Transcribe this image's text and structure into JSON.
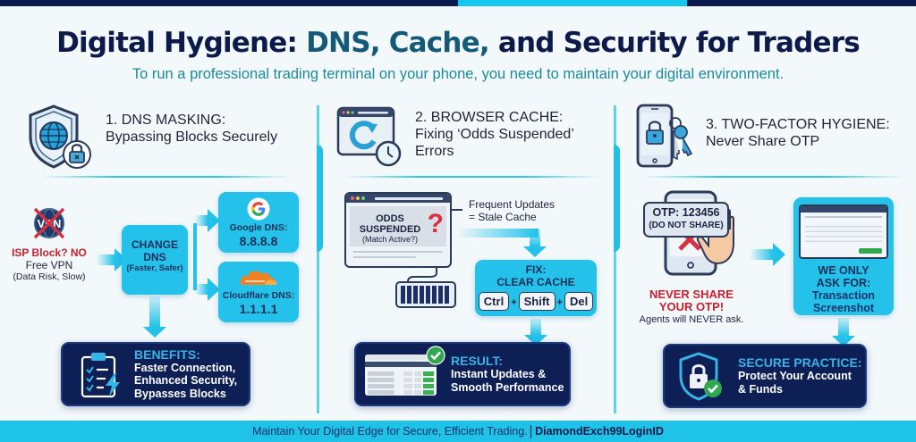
{
  "header": {
    "title_part1": "Digital Hygiene: ",
    "title_highlight": "DNS, Cache,",
    "title_part2": " and Security for Traders",
    "subtitle": "To run a professional trading terminal on your phone, you need to maintain your digital environment."
  },
  "sections": [
    {
      "heading_line1": "1. DNS MASKING:",
      "heading_line2": "Bypassing Blocks Securely",
      "icon": "shield-globe-lock-icon",
      "isp": {
        "line1": "ISP Block? NO",
        "line2": "Free VPN",
        "line3": "(Data Risk, Slow)",
        "icon": "vpn-crossed-icon"
      },
      "change_dns": {
        "line1": "CHANGE",
        "line2": "DNS",
        "line3": "(Faster, Safer)"
      },
      "google": {
        "label": "Google DNS:",
        "value": "8.8.8.8",
        "icon": "google-icon"
      },
      "cloudflare": {
        "label": "Cloudflare DNS:",
        "value": "1.1.1.1",
        "icon": "cloudflare-icon"
      },
      "benefits": {
        "title": "BENEFITS:",
        "lines": [
          "Faster Connection,",
          "Enhanced Security,",
          "Bypasses Blocks"
        ],
        "icon": "checklist-lightning-icon"
      }
    },
    {
      "heading_line1": "2. BROWSER CACHE:",
      "heading_line2": "Fixing ‘Odds Suspended’",
      "heading_line3": "Errors",
      "icon": "browser-refresh-clock-icon",
      "browser": {
        "line1": "ODDS",
        "line2": "SUSPENDED",
        "line3": "(Match Active?)",
        "mark": "?"
      },
      "note": {
        "line1": "Frequent Updates",
        "line2": "= Stale Cache"
      },
      "fix": {
        "line1": "FIX:",
        "line2": "CLEAR CACHE",
        "keys": [
          "Ctrl",
          "Shift",
          "Del"
        ],
        "plus": "+"
      },
      "result": {
        "title": "RESULT:",
        "lines": [
          "Instant Updates &",
          "Smooth Performance"
        ],
        "icon": "odds-table-check-icon"
      }
    },
    {
      "heading_line1": "3. TWO-FACTOR HYGIENE:",
      "heading_line2": "Never Share OTP",
      "icon": "phone-lock-keys-icon",
      "otp": {
        "line1": "OTP: 123456",
        "line2": "(DO NOT SHARE)"
      },
      "warning": {
        "line1": "NEVER SHARE",
        "line2": "YOUR OTP!",
        "line3": "Agents will NEVER ask."
      },
      "ask": {
        "line1": "WE ONLY",
        "line2": "ASK FOR:",
        "line3": "Transaction",
        "line4": "Screenshot"
      },
      "secure": {
        "title": "SECURE PRACTICE:",
        "lines": [
          "Protect Your Account",
          "& Funds"
        ],
        "icon": "shield-lock-check-icon"
      }
    }
  ],
  "footer": {
    "tagline": "Maintain Your Digital Edge for Secure, Efficient Trading.",
    "brand": "DiamondExch99LoginID"
  },
  "colors": {
    "navy": "#0d1f55",
    "cyan": "#24c2ea",
    "teal_text": "#1b8a9a",
    "title_highlight": "#145a78",
    "warning_red": "#c8202e",
    "success_green": "#2fa84f"
  }
}
